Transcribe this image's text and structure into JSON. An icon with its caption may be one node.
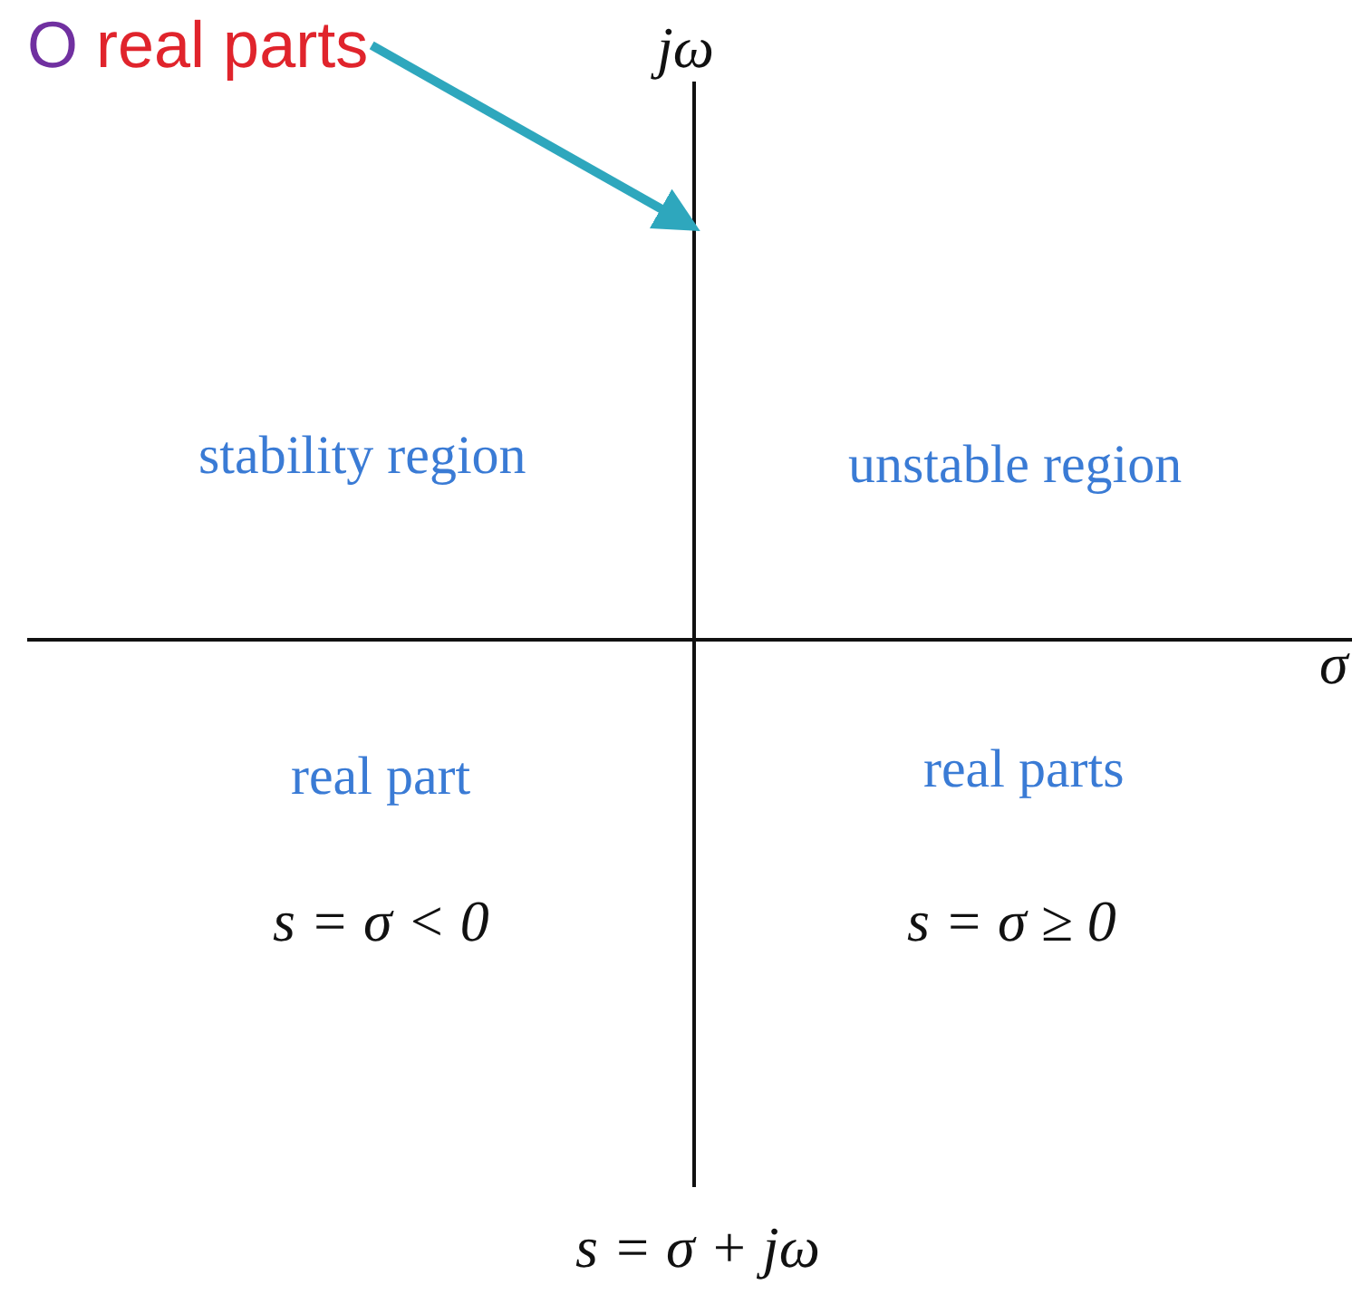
{
  "diagram": {
    "nodes": [
      {
        "text": [
          "O real parts"
        ]
      },
      {
        "text": [],
        "shape": "line"
      }
    ],
    "edges": [
      {
        "from": 0,
        "to": 1,
        "arrow": "to",
        "color": "#2ea7bd"
      }
    ],
    "labels": [
      "jω",
      "stability region",
      "unstable region",
      "σ",
      "real part",
      "real parts",
      "s = σ < 0",
      "s = σ ≥ 0",
      "s = σ + jω"
    ]
  }
}
